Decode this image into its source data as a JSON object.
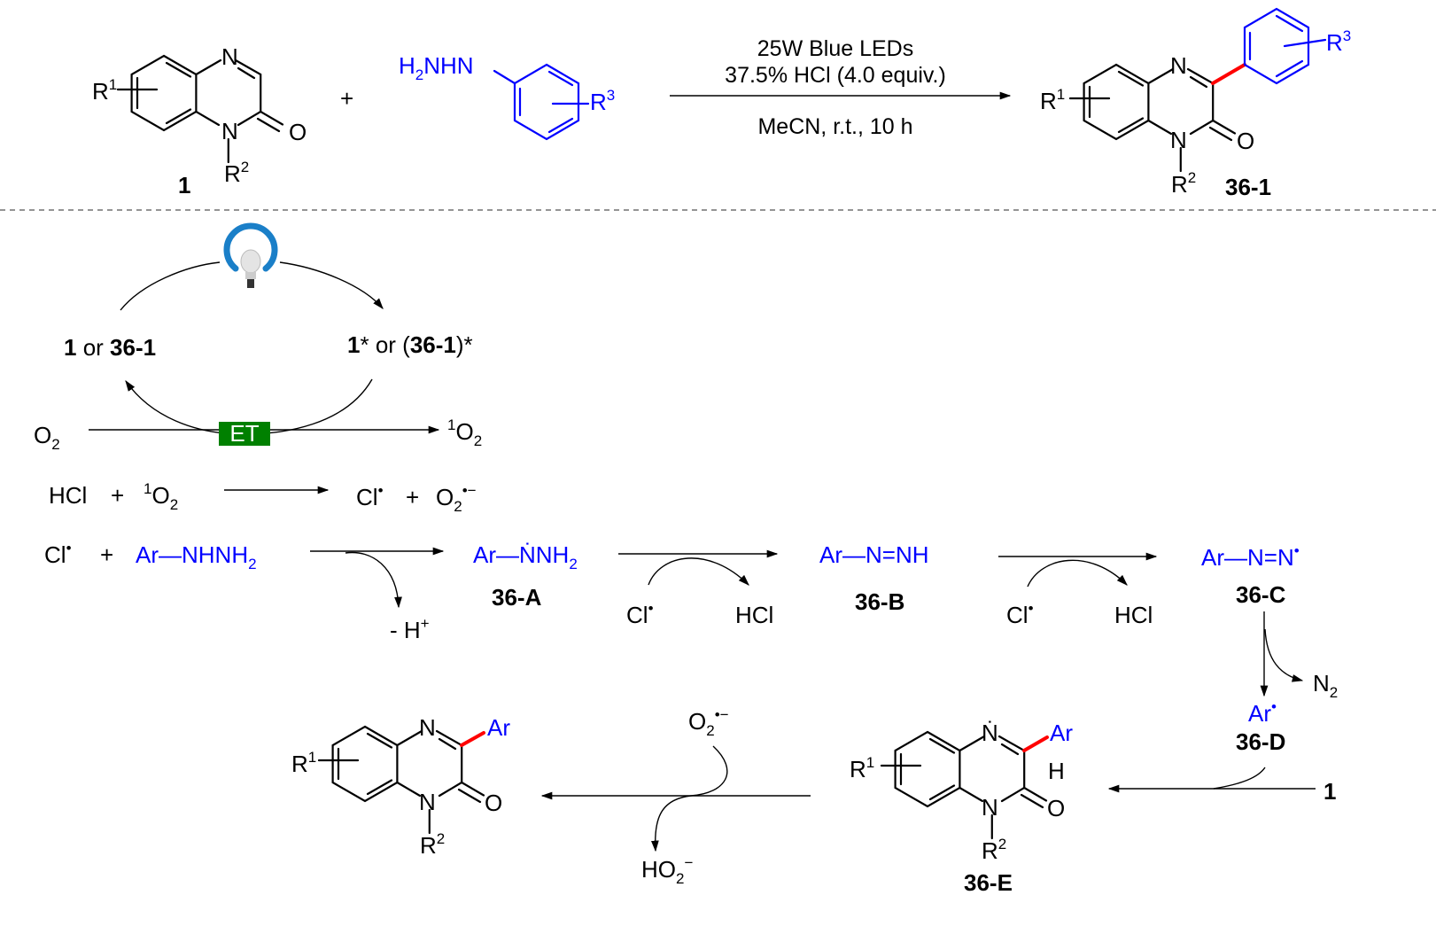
{
  "colors": {
    "substituent": "#0000ff",
    "new_bond": "#ff0000",
    "et_box": "#008000"
  },
  "icons": {
    "light": "light-bulb-icon"
  },
  "reaction": {
    "sm1": {
      "r1": [
        [
          "R",
          ""
        ],
        [
          "1",
          "sup"
        ]
      ],
      "n4": [
        [
          "N",
          ""
        ]
      ],
      "n1": [
        [
          "N",
          ""
        ]
      ],
      "o": [
        [
          "O",
          ""
        ]
      ],
      "r2": [
        [
          "R",
          ""
        ],
        [
          "2",
          "sup"
        ]
      ],
      "label": [
        [
          "1",
          "b"
        ]
      ]
    },
    "plus": "+",
    "hydrazine": {
      "formula": [
        [
          "H",
          ""
        ],
        [
          "2",
          "sub"
        ],
        [
          "NHN",
          ""
        ]
      ],
      "r3": [
        [
          "R",
          ""
        ],
        [
          "3",
          "sup"
        ]
      ]
    },
    "conditions": {
      "line1": "25W Blue LEDs",
      "line2": "37.5% HCl (4.0 equiv.)",
      "line3": "MeCN, r.t., 10 h"
    },
    "product": {
      "r1": [
        [
          "R",
          ""
        ],
        [
          "1",
          "sup"
        ]
      ],
      "n4": [
        [
          "N",
          ""
        ]
      ],
      "n1": [
        [
          "N",
          ""
        ]
      ],
      "o": [
        [
          "O",
          ""
        ]
      ],
      "r2": [
        [
          "R",
          ""
        ],
        [
          "2",
          "sup"
        ]
      ],
      "r3": [
        [
          "R",
          ""
        ],
        [
          "3",
          "sup"
        ]
      ],
      "label": [
        [
          "36-1",
          "b"
        ]
      ]
    }
  },
  "mechanism": {
    "ground": [
      [
        "1",
        "b"
      ],
      [
        " or ",
        ""
      ],
      [
        "36-1",
        "b"
      ]
    ],
    "excited": [
      [
        "1",
        "b"
      ],
      [
        "*",
        ""
      ],
      [
        " or (",
        ""
      ],
      [
        "36-1",
        "b"
      ],
      [
        ")*",
        ""
      ]
    ],
    "o2": [
      [
        "O",
        ""
      ],
      [
        "2",
        "sub"
      ]
    ],
    "singlet_o2": [
      [
        "1",
        "sup"
      ],
      [
        "O",
        ""
      ],
      [
        "2",
        "sub"
      ]
    ],
    "et": "ET",
    "step1": {
      "hcl": [
        [
          "HCl",
          ""
        ]
      ],
      "plus": "+",
      "o2": [
        [
          "1",
          "sup"
        ],
        [
          "O",
          ""
        ],
        [
          "2",
          "sub"
        ]
      ],
      "cl": [
        [
          "Cl",
          ""
        ],
        [
          "•",
          "sup"
        ]
      ],
      "plus2": "+",
      "superoxide": [
        [
          "O",
          ""
        ],
        [
          "2",
          "sub"
        ],
        [
          "•−",
          "sup"
        ]
      ]
    },
    "step2": {
      "cl": [
        [
          "Cl",
          ""
        ],
        [
          "•",
          "sup"
        ]
      ],
      "plus": "+",
      "hydrazine": [
        [
          "Ar—NHNH",
          ""
        ],
        [
          "2",
          "sub"
        ]
      ],
      "h_loss": [
        [
          "- H",
          ""
        ],
        [
          "+",
          "sup"
        ]
      ]
    },
    "a": {
      "formula": [
        [
          "Ar—",
          ""
        ],
        [
          "Ṅ",
          ""
        ],
        [
          "NH",
          ""
        ],
        [
          "2",
          "sub"
        ]
      ],
      "label": [
        [
          "36-A",
          "b"
        ]
      ]
    },
    "ab": {
      "cl": [
        [
          "Cl",
          ""
        ],
        [
          "•",
          "sup"
        ]
      ],
      "hcl": [
        [
          "HCl",
          ""
        ]
      ]
    },
    "b": {
      "formula": [
        [
          "Ar—N=NH",
          ""
        ]
      ],
      "label": [
        [
          "36-B",
          "b"
        ]
      ]
    },
    "bc": {
      "cl": [
        [
          "Cl",
          ""
        ],
        [
          "•",
          "sup"
        ]
      ],
      "hcl": [
        [
          "HCl",
          ""
        ]
      ]
    },
    "c": {
      "formula": [
        [
          "Ar—N=N",
          ""
        ],
        [
          "•",
          "sup"
        ]
      ],
      "label": [
        [
          "36-C",
          "b"
        ]
      ]
    },
    "n2": [
      [
        "N",
        ""
      ],
      [
        "2",
        "sub"
      ]
    ],
    "d": {
      "formula": [
        [
          "Ar",
          ""
        ],
        [
          "•",
          "sup"
        ]
      ],
      "label": [
        [
          "36-D",
          "b"
        ]
      ]
    },
    "reagent1": [
      [
        "1",
        "b"
      ]
    ],
    "e": {
      "r1": [
        [
          "R",
          ""
        ],
        [
          "1",
          "sup"
        ]
      ],
      "n4": [
        [
          "Ṅ",
          ""
        ]
      ],
      "ar": [
        [
          "Ar",
          ""
        ]
      ],
      "h": [
        [
          "H",
          ""
        ]
      ],
      "n1": [
        [
          "N",
          ""
        ]
      ],
      "o": [
        [
          "O",
          ""
        ]
      ],
      "r2": [
        [
          "R",
          ""
        ],
        [
          "2",
          "sup"
        ]
      ],
      "label": [
        [
          "36-E",
          "b"
        ]
      ]
    },
    "superoxide": [
      [
        "O",
        ""
      ],
      [
        "2",
        "sub"
      ],
      [
        "•−",
        "sup"
      ]
    ],
    "hydroperoxide": [
      [
        "HO",
        ""
      ],
      [
        "2",
        "sub"
      ],
      [
        "−",
        "sup"
      ]
    ],
    "final": {
      "r1": [
        [
          "R",
          ""
        ],
        [
          "1",
          "sup"
        ]
      ],
      "n4": [
        [
          "N",
          ""
        ]
      ],
      "ar": [
        [
          "Ar",
          ""
        ]
      ],
      "n1": [
        [
          "N",
          ""
        ]
      ],
      "o": [
        [
          "O",
          ""
        ]
      ],
      "r2": [
        [
          "R",
          ""
        ],
        [
          "2",
          "sup"
        ]
      ]
    }
  }
}
